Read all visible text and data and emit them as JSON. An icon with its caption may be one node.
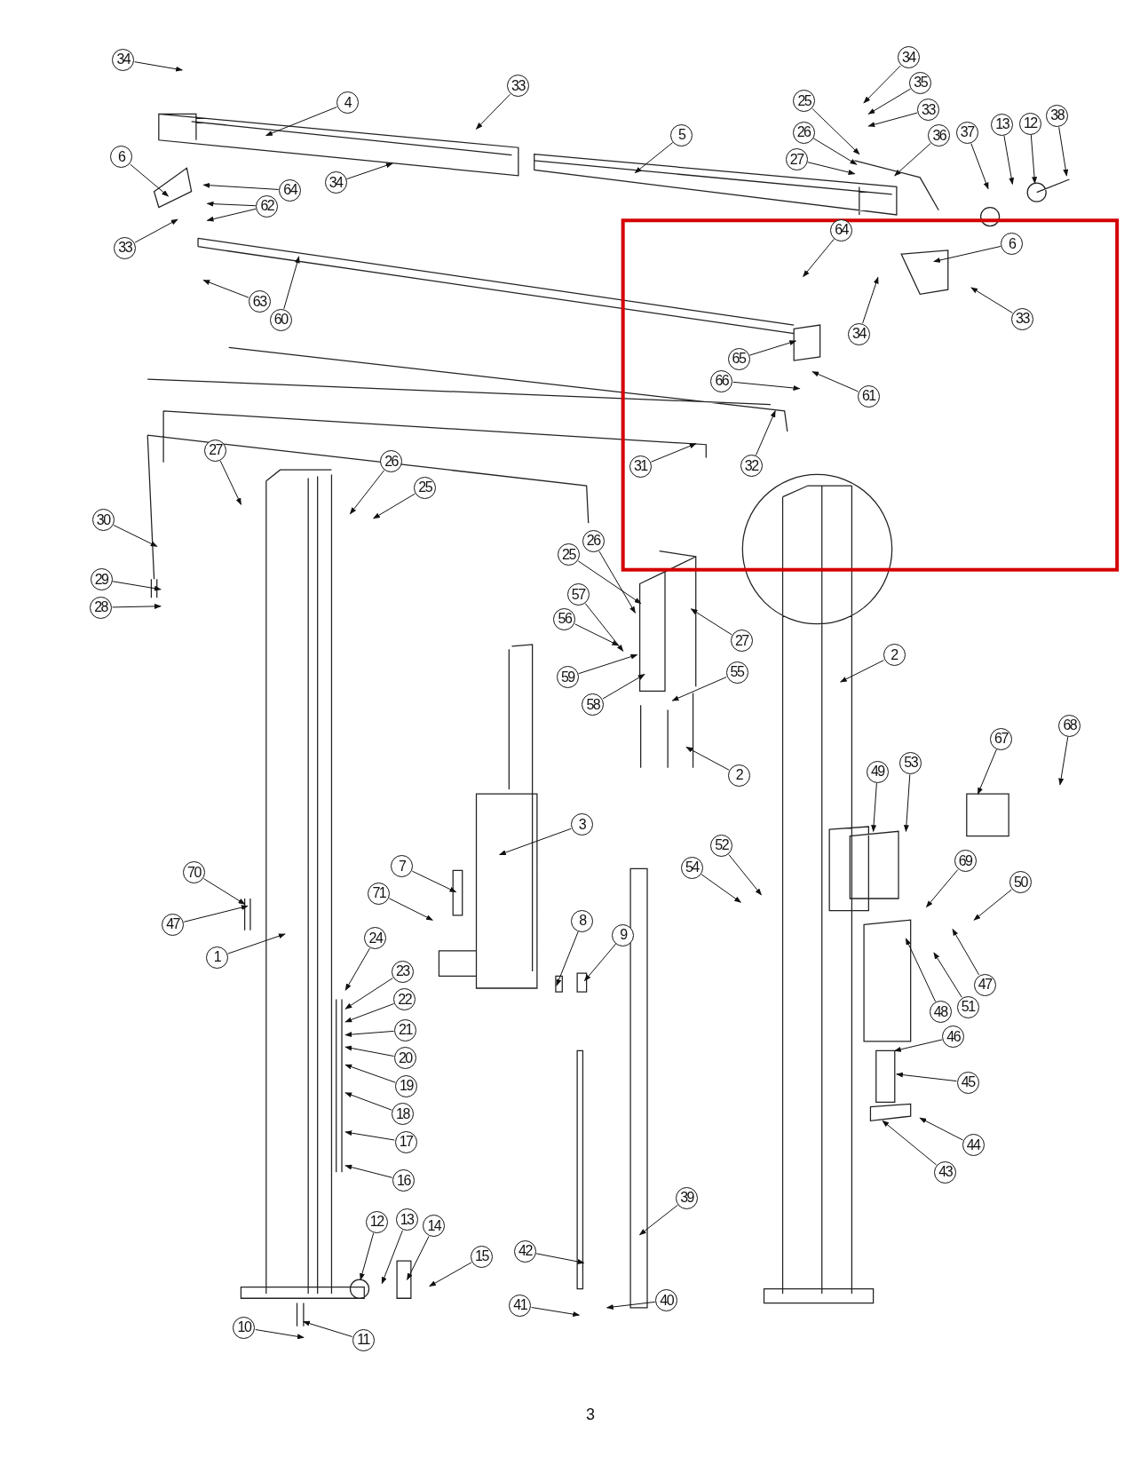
{
  "diagram": {
    "nodes": [
      {
        "text": [
          "34"
        ]
      },
      {
        "text": [
          "4"
        ]
      },
      {
        "text": [
          "33"
        ]
      },
      {
        "text": [
          "6"
        ]
      },
      {
        "text": [
          "64"
        ]
      },
      {
        "text": [
          "5"
        ]
      },
      {
        "text": [
          "34"
        ]
      },
      {
        "text": [
          "62"
        ]
      },
      {
        "text": [
          "33"
        ]
      },
      {
        "text": [
          "63"
        ]
      },
      {
        "text": [
          "60"
        ]
      },
      {
        "text": [
          "34"
        ]
      },
      {
        "text": [
          "35"
        ]
      },
      {
        "text": [
          "33"
        ]
      },
      {
        "text": [
          "25"
        ]
      },
      {
        "text": [
          "26"
        ]
      },
      {
        "text": [
          "27"
        ]
      },
      {
        "text": [
          "36"
        ]
      },
      {
        "text": [
          "37"
        ]
      },
      {
        "text": [
          "13"
        ]
      },
      {
        "text": [
          "12"
        ]
      },
      {
        "text": [
          "38"
        ]
      },
      {
        "text": [
          "64"
        ]
      },
      {
        "text": [
          "6"
        ]
      },
      {
        "text": [
          "34"
        ]
      },
      {
        "text": [
          "33"
        ]
      },
      {
        "text": [
          "65"
        ]
      },
      {
        "text": [
          "66"
        ]
      },
      {
        "text": [
          "61"
        ]
      },
      {
        "text": [
          "32"
        ]
      },
      {
        "text": [
          "31"
        ]
      },
      {
        "text": [
          "30"
        ]
      },
      {
        "text": [
          "27"
        ]
      },
      {
        "text": [
          "26"
        ]
      },
      {
        "text": [
          "25"
        ]
      },
      {
        "text": [
          "29"
        ]
      },
      {
        "text": [
          "28"
        ]
      },
      {
        "text": [
          "26"
        ]
      },
      {
        "text": [
          "25"
        ]
      },
      {
        "text": [
          "57"
        ]
      },
      {
        "text": [
          "56"
        ]
      },
      {
        "text": [
          "27"
        ]
      },
      {
        "text": [
          "59"
        ]
      },
      {
        "text": [
          "55"
        ]
      },
      {
        "text": [
          "58"
        ]
      },
      {
        "text": [
          "2"
        ]
      },
      {
        "text": [
          "2"
        ]
      },
      {
        "text": [
          "53"
        ]
      },
      {
        "text": [
          "49"
        ]
      },
      {
        "text": [
          "67"
        ]
      },
      {
        "text": [
          "68"
        ]
      },
      {
        "text": [
          "3"
        ]
      },
      {
        "text": [
          "52"
        ]
      },
      {
        "text": [
          "54"
        ]
      },
      {
        "text": [
          "69"
        ]
      },
      {
        "text": [
          "50"
        ]
      },
      {
        "text": [
          "70"
        ]
      },
      {
        "text": [
          "7"
        ]
      },
      {
        "text": [
          "71"
        ]
      },
      {
        "text": [
          "47"
        ]
      },
      {
        "text": [
          "47"
        ]
      },
      {
        "text": [
          "1"
        ]
      },
      {
        "text": [
          "48"
        ]
      },
      {
        "text": [
          "51"
        ]
      },
      {
        "text": [
          "24"
        ]
      },
      {
        "text": [
          "8"
        ]
      },
      {
        "text": [
          "9"
        ]
      },
      {
        "text": [
          "23"
        ]
      },
      {
        "text": [
          "22"
        ]
      },
      {
        "text": [
          "21"
        ]
      },
      {
        "text": [
          "20"
        ]
      },
      {
        "text": [
          "19"
        ]
      },
      {
        "text": [
          "46"
        ]
      },
      {
        "text": [
          "18"
        ]
      },
      {
        "text": [
          "45"
        ]
      },
      {
        "text": [
          "17"
        ]
      },
      {
        "text": [
          "44"
        ]
      },
      {
        "text": [
          "43"
        ]
      },
      {
        "text": [
          "16"
        ]
      },
      {
        "text": [
          "39"
        ]
      },
      {
        "text": [
          "42"
        ]
      },
      {
        "text": [
          "12"
        ]
      },
      {
        "text": [
          "13"
        ]
      },
      {
        "text": [
          "14"
        ]
      },
      {
        "text": [
          "15"
        ]
      },
      {
        "text": [
          "40"
        ]
      },
      {
        "text": [
          "41"
        ]
      },
      {
        "text": [
          "11"
        ]
      },
      {
        "text": [
          "10"
        ]
      }
    ],
    "edges": [
      {
        "from": 0,
        "to": null,
        "arrow": "to"
      },
      {
        "from": 1,
        "to": null,
        "arrow": "to"
      },
      {
        "from": 2,
        "to": null,
        "arrow": "to"
      },
      {
        "from": 3,
        "to": null,
        "arrow": "to"
      },
      {
        "from": 4,
        "to": null,
        "arrow": "to"
      },
      {
        "from": 5,
        "to": null,
        "arrow": "to"
      },
      {
        "from": 6,
        "to": null,
        "arrow": "to"
      },
      {
        "from": 7,
        "to": null,
        "arrow": "to"
      },
      {
        "from": 7,
        "to": null,
        "arrow": "to"
      },
      {
        "from": 8,
        "to": null,
        "arrow": "to"
      },
      {
        "from": 9,
        "to": null,
        "arrow": "to"
      },
      {
        "from": 10,
        "to": null,
        "arrow": "to"
      },
      {
        "from": 11,
        "to": null,
        "arrow": "to"
      },
      {
        "from": 12,
        "to": null,
        "arrow": "to"
      },
      {
        "from": 13,
        "to": null,
        "arrow": "to"
      },
      {
        "from": 14,
        "to": null,
        "arrow": "to"
      },
      {
        "from": 15,
        "to": null,
        "arrow": "to"
      },
      {
        "from": 16,
        "to": null,
        "arrow": "to"
      },
      {
        "from": 17,
        "to": null,
        "arrow": "to"
      },
      {
        "from": 18,
        "to": null,
        "arrow": "to"
      },
      {
        "from": 19,
        "to": null,
        "arrow": "to"
      },
      {
        "from": 20,
        "to": null,
        "arrow": "to"
      },
      {
        "from": 21,
        "to": null,
        "arrow": "to"
      },
      {
        "from": 22,
        "to": null,
        "arrow": "to"
      },
      {
        "from": 23,
        "to": null,
        "arrow": "to"
      },
      {
        "from": 24,
        "to": null,
        "arrow": "to"
      },
      {
        "from": 25,
        "to": null,
        "arrow": "to"
      },
      {
        "from": 26,
        "to": null,
        "arrow": "to"
      },
      {
        "from": 27,
        "to": null,
        "arrow": "to"
      },
      {
        "from": 28,
        "to": null,
        "arrow": "to"
      },
      {
        "from": 29,
        "to": null,
        "arrow": "to"
      },
      {
        "from": 30,
        "to": null,
        "arrow": "to"
      },
      {
        "from": 31,
        "to": null,
        "arrow": "to"
      },
      {
        "from": 32,
        "to": null,
        "arrow": "to"
      },
      {
        "from": 33,
        "to": null,
        "arrow": "to"
      },
      {
        "from": 34,
        "to": null,
        "arrow": "to"
      },
      {
        "from": 35,
        "to": null,
        "arrow": "to"
      },
      {
        "from": 36,
        "to": null,
        "arrow": "to"
      },
      {
        "from": 37,
        "to": null,
        "arrow": "to"
      },
      {
        "from": 38,
        "to": null,
        "arrow": "to"
      },
      {
        "from": 39,
        "to": null,
        "arrow": "to"
      },
      {
        "from": 40,
        "to": null,
        "arrow": "to"
      },
      {
        "from": 41,
        "to": null,
        "arrow": "to"
      },
      {
        "from": 42,
        "to": null,
        "arrow": "to"
      },
      {
        "from": 43,
        "to": null,
        "arrow": "to"
      },
      {
        "from": 44,
        "to": null,
        "arrow": "to"
      },
      {
        "from": 45,
        "to": null,
        "arrow": "to"
      },
      {
        "from": 46,
        "to": null,
        "arrow": "to"
      },
      {
        "from": 47,
        "to": null,
        "arrow": "to"
      },
      {
        "from": 48,
        "to": null,
        "arrow": "to"
      },
      {
        "from": 49,
        "to": null,
        "arrow": "to"
      },
      {
        "from": 50,
        "to": null,
        "arrow": "to"
      },
      {
        "from": 51,
        "to": null,
        "arrow": "to"
      },
      {
        "from": 52,
        "to": null,
        "arrow": "to"
      },
      {
        "from": 53,
        "to": null,
        "arrow": "to"
      },
      {
        "from": 54,
        "to": null,
        "arrow": "to"
      },
      {
        "from": 55,
        "to": null,
        "arrow": "to"
      },
      {
        "from": 56,
        "to": null,
        "arrow": "to"
      },
      {
        "from": 57,
        "to": null,
        "arrow": "to"
      },
      {
        "from": 58,
        "to": null,
        "arrow": "to"
      },
      {
        "from": 59,
        "to": null,
        "arrow": "to"
      },
      {
        "from": 60,
        "to": null,
        "arrow": "to"
      },
      {
        "from": 61,
        "to": null,
        "arrow": "to"
      },
      {
        "from": 62,
        "to": null,
        "arrow": "to"
      },
      {
        "from": 63,
        "to": null,
        "arrow": "to"
      },
      {
        "from": 64,
        "to": null,
        "arrow": "to"
      },
      {
        "from": 65,
        "to": null,
        "arrow": "to"
      },
      {
        "from": 66,
        "to": null,
        "arrow": "to"
      },
      {
        "from": 67,
        "to": null,
        "arrow": "to"
      },
      {
        "from": 68,
        "to": null,
        "arrow": "to"
      },
      {
        "from": 69,
        "to": null,
        "arrow": "to"
      },
      {
        "from": 70,
        "to": null,
        "arrow": "to"
      },
      {
        "from": 71,
        "to": null,
        "arrow": "to"
      },
      {
        "from": 72,
        "to": null,
        "arrow": "to"
      },
      {
        "from": 73,
        "to": null,
        "arrow": "to"
      },
      {
        "from": 74,
        "to": null,
        "arrow": "to"
      },
      {
        "from": 75,
        "to": null,
        "arrow": "to"
      },
      {
        "from": 76,
        "to": null,
        "arrow": "to"
      },
      {
        "from": 77,
        "to": null,
        "arrow": "to"
      },
      {
        "from": 78,
        "to": null,
        "arrow": "to"
      },
      {
        "from": 79,
        "to": null,
        "arrow": "to"
      },
      {
        "from": 80,
        "to": null,
        "arrow": "to"
      },
      {
        "from": 81,
        "to": null,
        "arrow": "to"
      },
      {
        "from": 82,
        "to": null,
        "arrow": "to"
      },
      {
        "from": 83,
        "to": null,
        "arrow": "to"
      },
      {
        "from": 84,
        "to": null,
        "arrow": "to"
      },
      {
        "from": 85,
        "to": null,
        "arrow": "to"
      },
      {
        "from": 86,
        "to": null,
        "arrow": "to"
      },
      {
        "from": 87,
        "to": null,
        "arrow": "to"
      },
      {
        "from": 88,
        "to": null,
        "arrow": "to"
      }
    ],
    "labels": [
      "3"
    ]
  }
}
